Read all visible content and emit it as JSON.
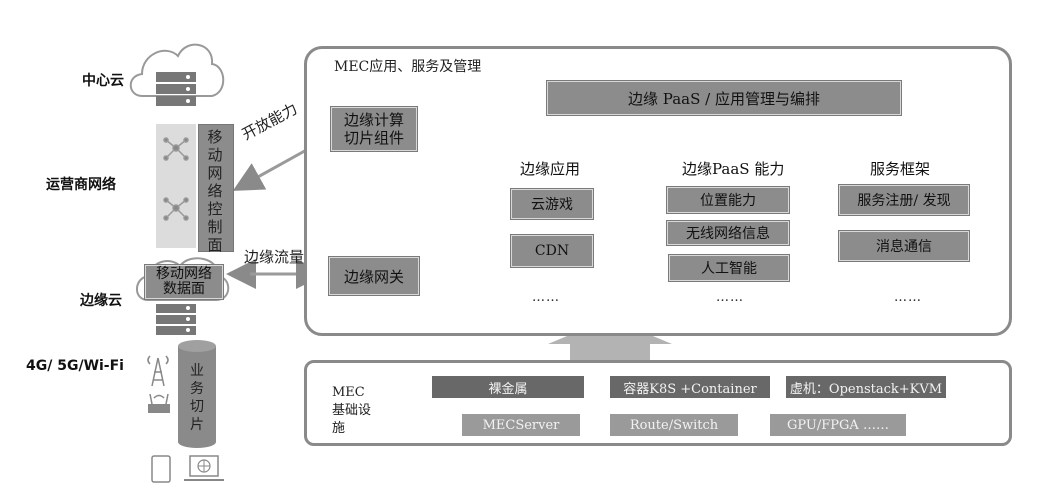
{
  "side": {
    "central_cloud": "中心云",
    "operator_network": "运营商网络",
    "edge_cloud": "边缘云",
    "access": "4G/ 5G/Wi-Fi"
  },
  "left": {
    "mobile_control_plane": "移动网络控制面",
    "mobile_data_plane": "移动网络数据面",
    "service_slice": "业务切片",
    "open_capability": "开放能力",
    "edge_traffic": "边缘流量"
  },
  "mec_panel": {
    "title": "MEC应用、服务及管理",
    "paas_bar": "边缘 PaaS  / 应用管理与编排",
    "slice_component": "边缘计算 切片组件",
    "edge_gateway": "边缘网关",
    "columns": [
      {
        "title": "边缘应用",
        "items": [
          "云游戏",
          "CDN"
        ],
        "more": "……"
      },
      {
        "title": "边缘PaaS 能力",
        "items": [
          "位置能力",
          "无线网络信息",
          "人工智能"
        ],
        "more": "……"
      },
      {
        "title": "服务框架",
        "items": [
          "服务注册/ 发现",
          "消息通信"
        ],
        "more": "……"
      }
    ]
  },
  "infra_panel": {
    "title": "MEC 基础设施",
    "row1": [
      "裸金属",
      "容器K8S +Container",
      "虚机：Openstack+KVM"
    ],
    "row2": [
      "MECServer",
      "Route/Switch",
      "GPU/FPGA ……"
    ]
  },
  "icons": [
    "cloud-icon",
    "server-icon",
    "network-node-icon",
    "antenna-icon",
    "router-icon",
    "database-icon",
    "tablet-icon",
    "laptop-icon"
  ]
}
